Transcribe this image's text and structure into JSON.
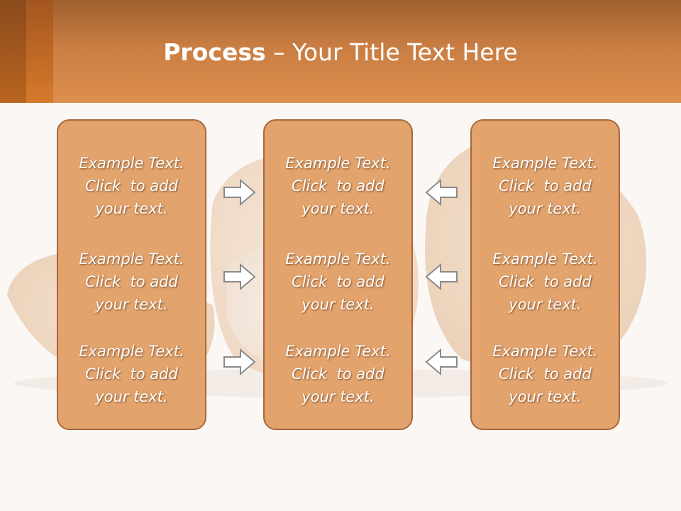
{
  "slide": {
    "title_bold": "Process",
    "title_rest": " – Your Title Text Here"
  },
  "columns": [
    {
      "items": [
        {
          "line1": "Example Text.",
          "line2": "Click  to add",
          "line3": "your text."
        },
        {
          "line1": "Example Text.",
          "line2": "Click  to add",
          "line3": "your text."
        },
        {
          "line1": "Example Text.",
          "line2": "Click  to add",
          "line3": "your text."
        }
      ]
    },
    {
      "items": [
        {
          "line1": "Example Text.",
          "line2": "Click  to add",
          "line3": "your text."
        },
        {
          "line1": "Example Text.",
          "line2": "Click  to add",
          "line3": "your text."
        },
        {
          "line1": "Example Text.",
          "line2": "Click  to add",
          "line3": "your text."
        }
      ]
    },
    {
      "items": [
        {
          "line1": "Example Text.",
          "line2": "Click  to add",
          "line3": "your text."
        },
        {
          "line1": "Example Text.",
          "line2": "Click  to add",
          "line3": "your text."
        },
        {
          "line1": "Example Text.",
          "line2": "Click  to add",
          "line3": "your text."
        }
      ]
    }
  ],
  "arrows": {
    "left_group": [
      "arrow-right-icon",
      "arrow-right-icon",
      "arrow-right-icon"
    ],
    "right_group": [
      "arrow-left-icon",
      "arrow-left-icon",
      "arrow-left-icon"
    ]
  },
  "colors": {
    "header": "#d08545",
    "box_fill": "#e2a36d",
    "box_border": "#a8683c",
    "text": "#ffffff"
  }
}
